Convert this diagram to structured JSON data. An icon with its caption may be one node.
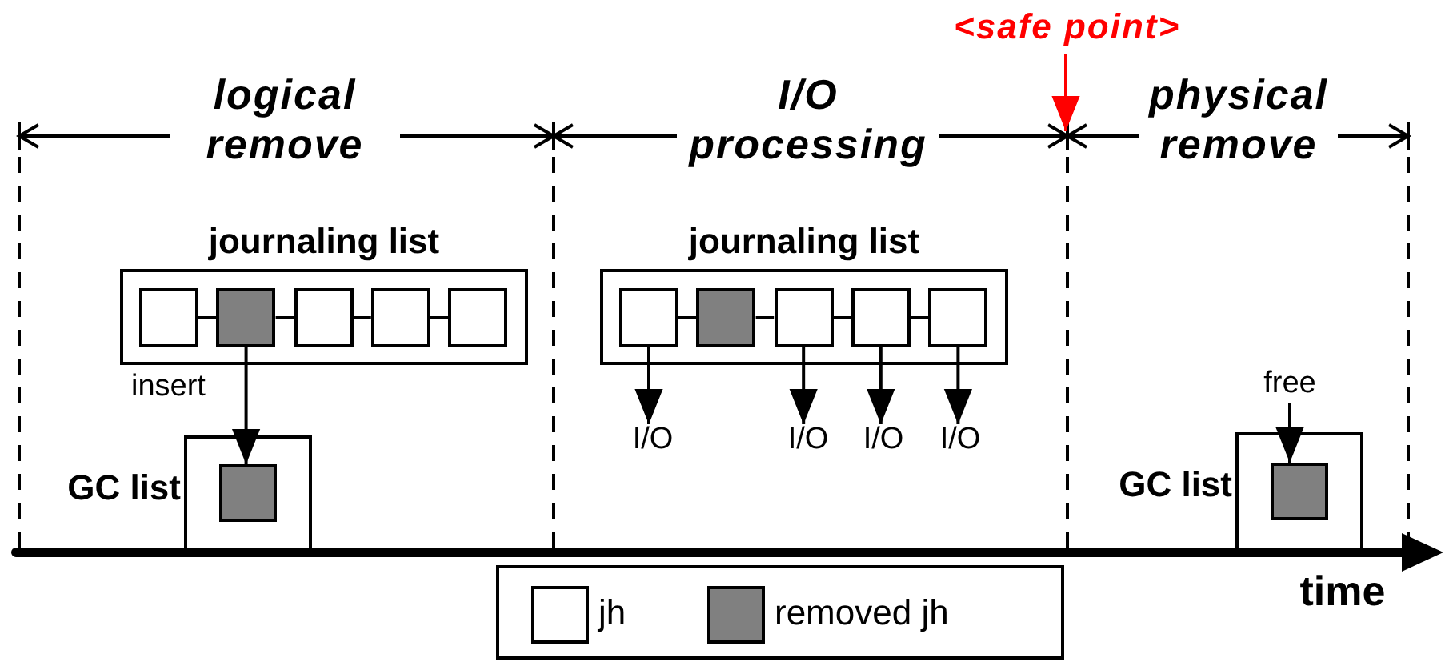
{
  "diagram": {
    "nodes": [
      {
        "text": [
          "<safe point>"
        ]
      },
      {
        "text": [
          "journaling list"
        ]
      },
      {
        "text": [],
        "shape": "box",
        "in": 1
      },
      {
        "text": [],
        "shape": "box",
        "in": 1
      },
      {
        "text": [],
        "shape": "box",
        "in": 1
      },
      {
        "text": [],
        "shape": "box",
        "in": 1
      },
      {
        "text": [],
        "shape": "box",
        "in": 1
      },
      {
        "text": [
          "GC list"
        ]
      },
      {
        "text": [],
        "shape": "box",
        "in": 7
      },
      {
        "text": [
          "journaling list"
        ]
      },
      {
        "text": [],
        "shape": "box",
        "in": 9
      },
      {
        "text": [],
        "shape": "box",
        "in": 9
      },
      {
        "text": [],
        "shape": "box",
        "in": 9
      },
      {
        "text": [],
        "shape": "box",
        "in": 9
      },
      {
        "text": [],
        "shape": "box",
        "in": 9
      },
      {
        "text": [
          "I/O"
        ]
      },
      {
        "text": [
          "I/O"
        ]
      },
      {
        "text": [
          "I/O"
        ]
      },
      {
        "text": [
          "I/O"
        ]
      },
      {
        "text": [
          "free"
        ]
      },
      {
        "text": [
          "GC list"
        ]
      },
      {
        "text": [],
        "shape": "box",
        "in": 20
      }
    ],
    "edges": [
      {
        "from": 0,
        "to": null,
        "arrow": "to",
        "color": "#ff0000"
      },
      {
        "from": 2,
        "to": 3,
        "arrow": "none"
      },
      {
        "from": 3,
        "to": 4,
        "arrow": "none"
      },
      {
        "from": 4,
        "to": 5,
        "arrow": "none"
      },
      {
        "from": 5,
        "to": 6,
        "arrow": "none"
      },
      {
        "from": 3,
        "to": 8,
        "arrow": "to",
        "label": "insert"
      },
      {
        "from": 10,
        "to": 11,
        "arrow": "none"
      },
      {
        "from": 11,
        "to": 12,
        "arrow": "none"
      },
      {
        "from": 12,
        "to": 13,
        "arrow": "none"
      },
      {
        "from": 13,
        "to": 14,
        "arrow": "none"
      },
      {
        "from": 10,
        "to": 15,
        "arrow": "to"
      },
      {
        "from": 12,
        "to": 16,
        "arrow": "to"
      },
      {
        "from": 13,
        "to": 17,
        "arrow": "to"
      },
      {
        "from": 14,
        "to": 18,
        "arrow": "to"
      },
      {
        "from": 19,
        "to": 21,
        "arrow": "to"
      }
    ],
    "labels": [
      "logical remove",
      "I/O processing",
      "physical remove",
      "time"
    ],
    "legend": [
      {
        "text": "jh",
        "color": "#ffffff"
      },
      {
        "text": "removed jh",
        "color": "#808080"
      }
    ]
  }
}
